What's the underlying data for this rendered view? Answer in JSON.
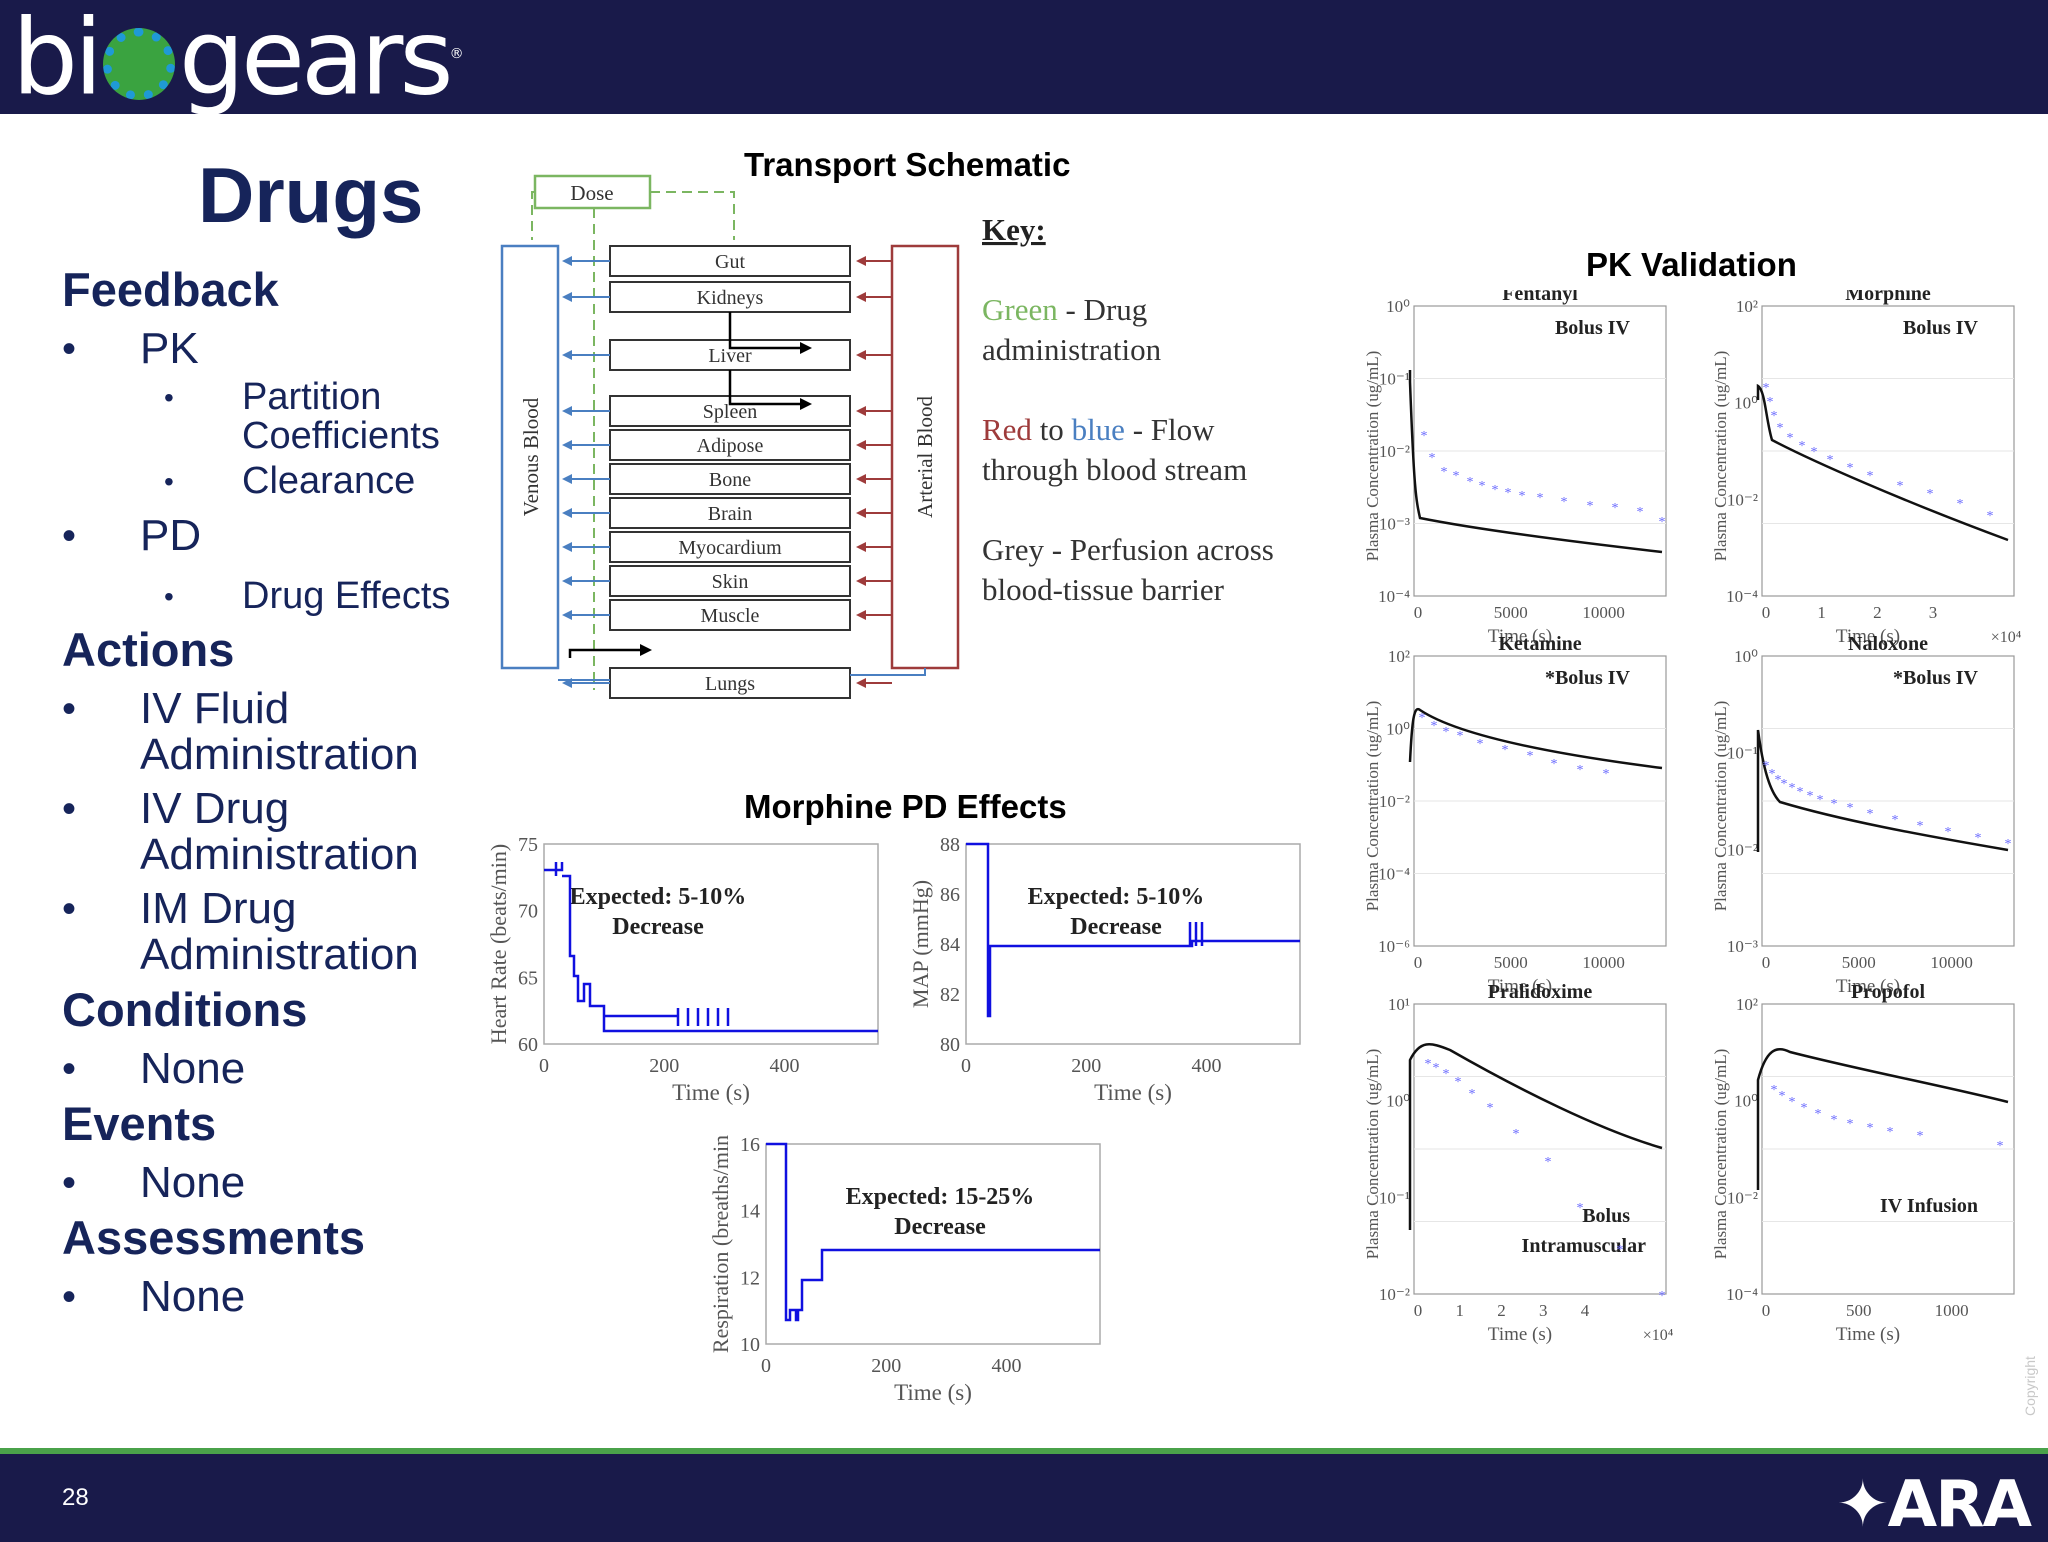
{
  "header": {
    "logo_text": "biogears",
    "logo_mark": "®"
  },
  "slide": {
    "title": "Drugs",
    "page_number": "28"
  },
  "outline": {
    "feedback": {
      "heading": "Feedback",
      "pk": "PK",
      "pk_items": [
        "Partition",
        "Coefficients",
        "Clearance"
      ],
      "pd": "PD",
      "pd_items": [
        "Drug Effects"
      ]
    },
    "actions": {
      "heading": "Actions",
      "items": [
        [
          "IV Fluid",
          "Administration"
        ],
        [
          "IV Drug",
          "Administration"
        ],
        [
          "IM Drug",
          "Administration"
        ]
      ]
    },
    "conditions": {
      "heading": "Conditions",
      "item": "None"
    },
    "events": {
      "heading": "Events",
      "item": "None"
    },
    "assessments": {
      "heading": "Assessments",
      "item": "None"
    }
  },
  "transport": {
    "title": "Transport Schematic",
    "dose": "Dose",
    "venous": "Venous Blood",
    "arterial": "Arterial Blood",
    "organs": [
      "Gut",
      "Kidneys",
      "Liver",
      "Spleen",
      "Adipose",
      "Bone",
      "Brain",
      "Myocardium",
      "Skin",
      "Muscle",
      "Lungs"
    ],
    "key": {
      "heading": "Key:",
      "green": "Green",
      "green_rest": " - Drug",
      "green_line2": "administration",
      "red": "Red",
      "to": " to ",
      "blue": "blue",
      "flow": " - Flow",
      "flow_line2": "through blood stream",
      "grey": "Grey - Perfusion across",
      "grey_line2": "blood-tissue barrier"
    },
    "colors": {
      "green": "#7bb661",
      "red": "#9e3b3b",
      "blue": "#4a7fc1"
    }
  },
  "pd": {
    "title": "Morphine PD Effects",
    "time_label": "Time (s)",
    "hr": {
      "ylabel": "Heart Rate (beats/min)",
      "annotation": [
        "Expected: 5-10%",
        "Decrease"
      ],
      "yticks": [
        "75",
        "70",
        "65",
        "60"
      ],
      "xticks": [
        "0",
        "200",
        "400"
      ]
    },
    "map": {
      "ylabel": "MAP (mmHg)",
      "annotation": [
        "Expected: 5-10%",
        "Decrease"
      ],
      "yticks": [
        "88",
        "86",
        "84",
        "82",
        "80"
      ],
      "xticks": [
        "0",
        "200",
        "400"
      ]
    },
    "resp": {
      "ylabel": "Respiration (breaths/min",
      "annotation": [
        "Expected: 15-25%",
        "Decrease"
      ],
      "yticks": [
        "16",
        "14",
        "12",
        "10"
      ],
      "xticks": [
        "0",
        "200",
        "400"
      ]
    }
  },
  "pk": {
    "title": "PK Validation",
    "ylabel": "Plasma Concentration (ug/mL)",
    "time_label": "Time (s)",
    "panels": [
      {
        "name": "Fentanyl",
        "note": "Bolus IV",
        "yticks": [
          "10⁰",
          "10⁻¹",
          "10⁻²",
          "10⁻³",
          "10⁻⁴"
        ],
        "xticks": [
          "0",
          "5000",
          "10000"
        ],
        "mult": ""
      },
      {
        "name": "Morphine",
        "note": "Bolus IV",
        "yticks": [
          "10²",
          "10⁰",
          "10⁻²",
          "10⁻⁴"
        ],
        "xticks": [
          "0",
          "1",
          "2",
          "3"
        ],
        "mult": "×10⁴"
      },
      {
        "name": "Ketamine",
        "note": "*Bolus IV",
        "yticks": [
          "10²",
          "10⁰",
          "10⁻²",
          "10⁻⁴",
          "10⁻⁶"
        ],
        "xticks": [
          "0",
          "5000",
          "10000"
        ],
        "mult": ""
      },
      {
        "name": "Naloxone",
        "note": "*Bolus IV",
        "yticks": [
          "10⁰",
          "10⁻¹",
          "10⁻²",
          "10⁻³"
        ],
        "xticks": [
          "0",
          "5000",
          "10000"
        ],
        "mult": ""
      },
      {
        "name": "Pralidoxime",
        "note": "Bolus",
        "note2": "Intramuscular",
        "yticks": [
          "10¹",
          "10⁰",
          "10⁻¹",
          "10⁻²"
        ],
        "xticks": [
          "0",
          "1",
          "2",
          "3",
          "4"
        ],
        "mult": "×10⁴"
      },
      {
        "name": "Propofol",
        "note": "IV Infusion",
        "yticks": [
          "10²",
          "10⁰",
          "10⁻²",
          "10⁻⁴"
        ],
        "xticks": [
          "0",
          "500",
          "1000"
        ],
        "mult": ""
      }
    ]
  },
  "footer": {
    "brand": "ARA",
    "copyright": "Copyright"
  }
}
